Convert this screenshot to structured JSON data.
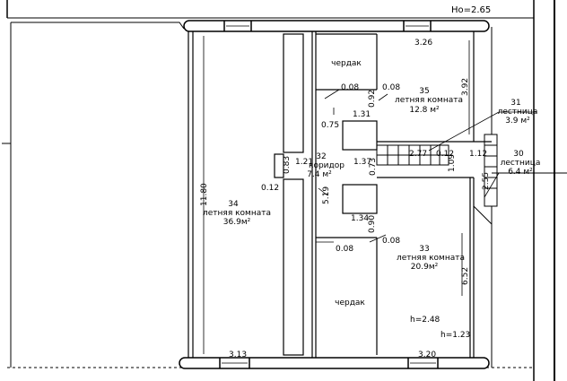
{
  "header": {
    "ceiling_label": "Ho=2.65"
  },
  "rooms": {
    "r34": {
      "num": "34",
      "name": "летняя комната",
      "area": "36.9м²"
    },
    "r35": {
      "num": "35",
      "name": "летняя комната",
      "area": "12.8 м²"
    },
    "r33": {
      "num": "33",
      "name": "летняя комната",
      "area": "20.9м²"
    },
    "r32": {
      "num": "32",
      "name": "коридор",
      "area": "7.4 м²"
    },
    "r31": {
      "num": "31",
      "name": "лестница",
      "area": "3.9 м²"
    },
    "r30": {
      "num": "30",
      "name": "лестница",
      "area": "6.4 м²"
    },
    "attic_top": {
      "name": "чердак"
    },
    "attic_bottom": {
      "name": "чердак"
    }
  },
  "dimensions": {
    "d_3_26": "3.26",
    "d_3_92": "3.92",
    "d_0_08_a": "0.08",
    "d_0_08_b": "0.08",
    "d_0_92": "0.92",
    "d_1_31": "1.31",
    "d_0_75": "0.75",
    "d_2_77": "2.77",
    "d_0_12_a": "0.12",
    "d_1_09": "1.09",
    "d_1_12": "1.12",
    "d_0_83": "0.83",
    "d_1_21": "1.21",
    "d_1_37": "1.37",
    "d_0_73": "0.73",
    "d_0_12_b": "0.12",
    "d_11_80": "11.80",
    "d_5_19": "5.19",
    "d_2_55": "2.55",
    "d_1_34": "1.34",
    "d_0_90": "0.90",
    "d_0_08_c": "0.08",
    "d_0_08_d": "0.08",
    "d_6_52": "6.52",
    "d_3_13": "3.13",
    "d_3_20": "3.20"
  },
  "heights": {
    "h_main": "h=2.48",
    "h_low": "h=1.23"
  }
}
